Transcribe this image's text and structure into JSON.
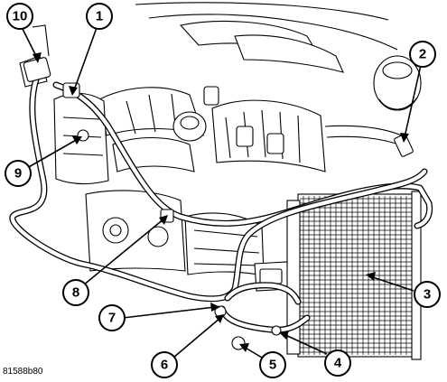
{
  "figure": {
    "id_code": "81588b80",
    "callouts": [
      {
        "number": "1"
      },
      {
        "number": "2"
      },
      {
        "number": "3"
      },
      {
        "number": "4"
      },
      {
        "number": "5"
      },
      {
        "number": "6"
      },
      {
        "number": "7"
      },
      {
        "number": "8"
      },
      {
        "number": "9"
      },
      {
        "number": "10"
      }
    ]
  }
}
